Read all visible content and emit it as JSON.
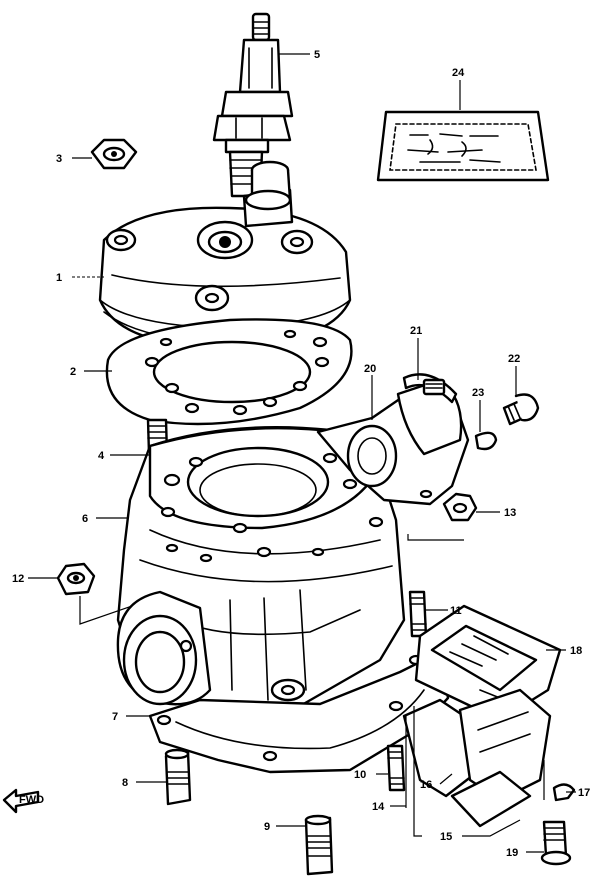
{
  "callouts": {
    "c1": "1",
    "c2": "2",
    "c3": "3",
    "c4": "4",
    "c5": "5",
    "c6": "6",
    "c7": "7",
    "c8": "8",
    "c9": "9",
    "c10": "10",
    "c11": "11",
    "c12": "12",
    "c13": "13",
    "c14": "14",
    "c15": "15",
    "c16": "16",
    "c17": "17",
    "c18": "18",
    "c19": "19",
    "c20": "20",
    "c21": "21",
    "c22": "22",
    "c23": "23",
    "c24": "24"
  },
  "front_arrow": {
    "label": "FWD",
    "icon": "front-direction-arrow-icon"
  }
}
